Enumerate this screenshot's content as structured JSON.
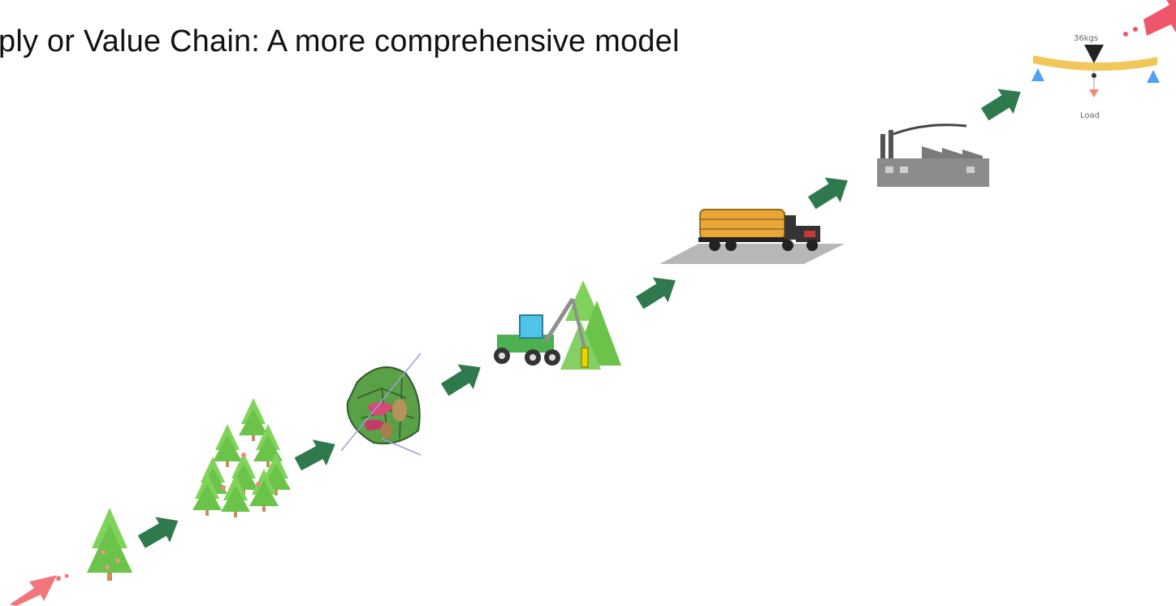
{
  "title": "ply or Value Chain: A more comprehensive model",
  "beam_top_label": "36kgs",
  "beam_load_label": "Load",
  "colors": {
    "arrow_green": "#2f7a4c",
    "tree_green": "#6cc34a",
    "start_arrow": "#f2757a",
    "end_arrow": "#f0566a"
  },
  "stages": [
    {
      "icon": "small-tree-icon"
    },
    {
      "icon": "forest-icon"
    },
    {
      "icon": "land-plot-map-icon"
    },
    {
      "icon": "harvester-icon"
    },
    {
      "icon": "log-truck-icon"
    },
    {
      "icon": "sawmill-factory-icon"
    },
    {
      "icon": "loaded-beam-icon"
    }
  ]
}
